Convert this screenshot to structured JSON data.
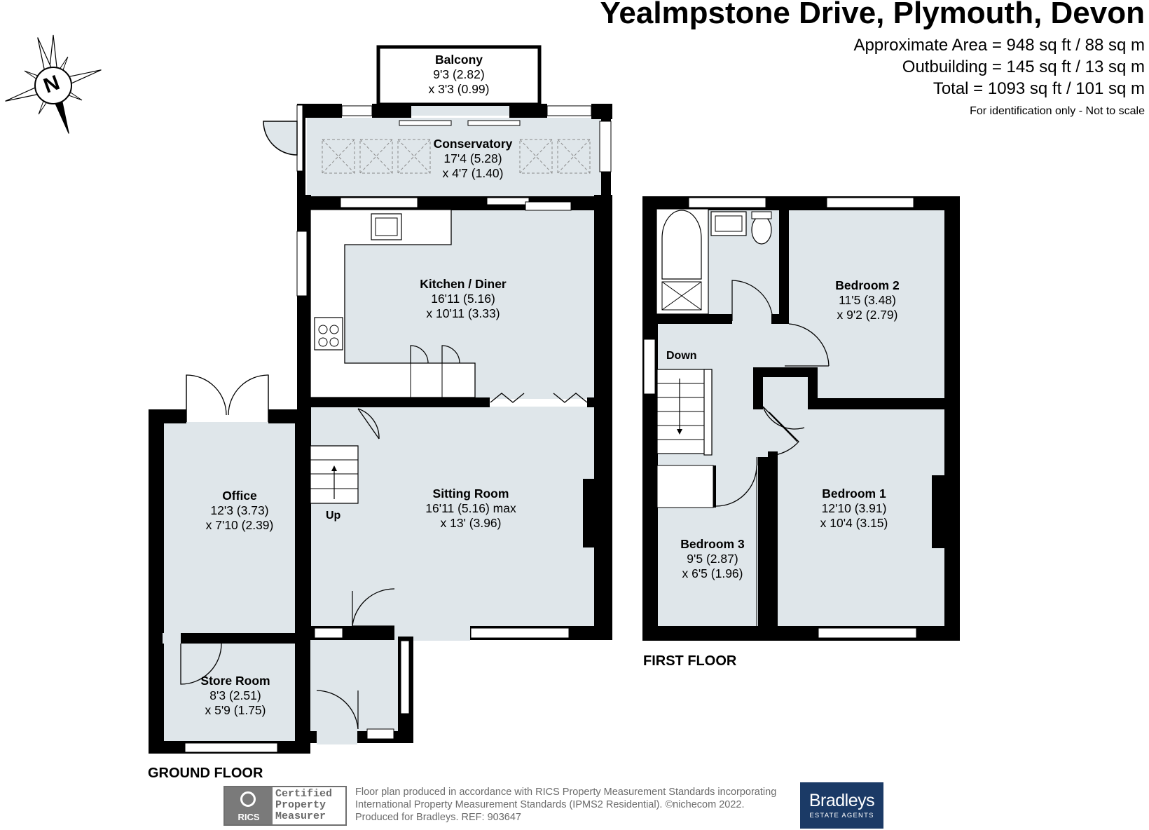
{
  "header": {
    "title": "Yealmpstone Drive, Plymouth, Devon",
    "area_lines": [
      "Approximate Area = 948 sq ft / 88 sq m",
      "Outbuilding = 145 sq ft / 13 sq m",
      "Total = 1093 sq ft / 101 sq m"
    ],
    "note": "For identification only - Not to scale"
  },
  "compass": {
    "label": "N",
    "icon": "compass-rose-icon"
  },
  "rooms": {
    "balcony": {
      "name": "Balcony",
      "dim1": "9'3 (2.82)",
      "dim2": "x 3'3 (0.99)"
    },
    "conservatory": {
      "name": "Conservatory",
      "dim1": "17'4 (5.28)",
      "dim2": "x 4'7 (1.40)"
    },
    "kitchen": {
      "name": "Kitchen / Diner",
      "dim1": "16'11 (5.16)",
      "dim2": "x 10'11 (3.33)"
    },
    "sitting": {
      "name": "Sitting Room",
      "dim1": "16'11 (5.16) max",
      "dim2": "x 13' (3.96)"
    },
    "office": {
      "name": "Office",
      "dim1": "12'3 (3.73)",
      "dim2": "x 7'10 (2.39)"
    },
    "store": {
      "name": "Store Room",
      "dim1": "8'3 (2.51)",
      "dim2": "x 5'9 (1.75)"
    },
    "bedroom2": {
      "name": "Bedroom 2",
      "dim1": "11'5 (3.48)",
      "dim2": "x 9'2 (2.79)"
    },
    "bedroom1": {
      "name": "Bedroom 1",
      "dim1": "12'10 (3.91)",
      "dim2": "x 10'4 (3.15)"
    },
    "bedroom3": {
      "name": "Bedroom 3",
      "dim1": "9'5 (2.87)",
      "dim2": "x 6'5 (1.96)"
    }
  },
  "stairs": {
    "up": "Up",
    "down": "Down"
  },
  "floors": {
    "ground": "GROUND FLOOR",
    "first": "FIRST FLOOR"
  },
  "footer": {
    "rics_logo": "RICS",
    "rics_lines": [
      "Certified",
      "Property",
      "Measurer"
    ],
    "note_lines": [
      "Floor plan produced in accordance with RICS Property Measurement Standards incorporating",
      "International Property Measurement Standards (IPMS2 Residential).  ©nichecom 2022.",
      "Produced for Bradleys.   REF: 903647"
    ],
    "brand_name": "Bradleys",
    "brand_sub": "ESTATE AGENTS"
  },
  "colors": {
    "room_fill": "#dfe6ea",
    "wall": "#000000",
    "brand": "#1b3a66"
  }
}
